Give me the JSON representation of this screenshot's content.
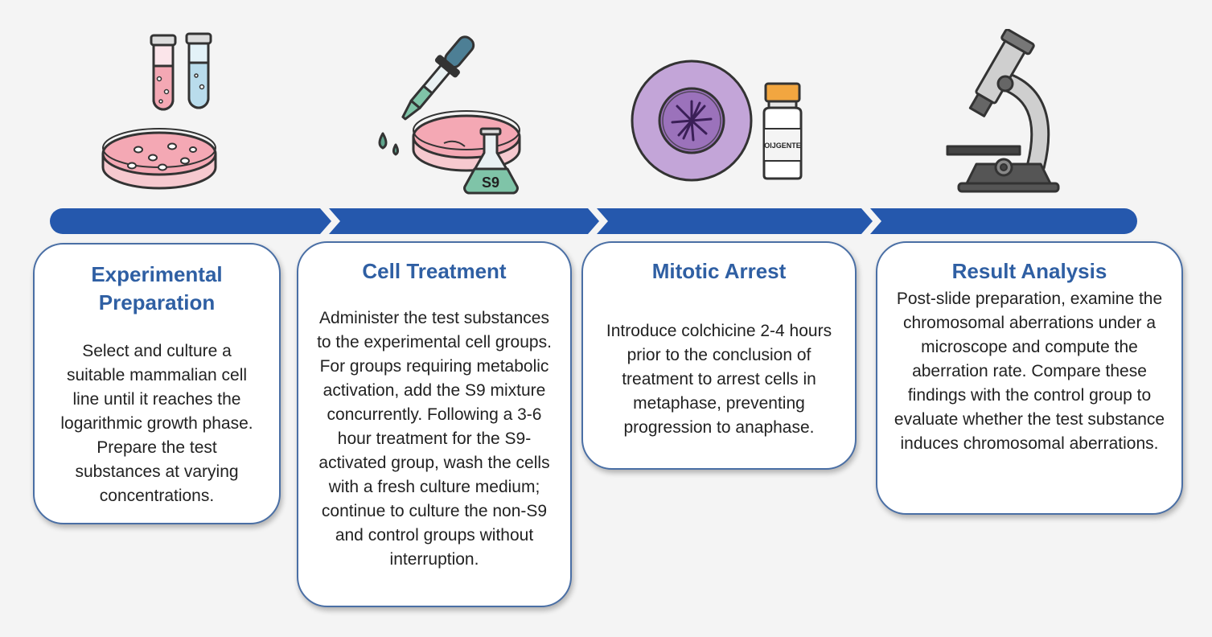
{
  "steps": [
    {
      "title": "Experimental Preparation",
      "description": "Select and culture a suitable mammalian cell line until it reaches the logarithmic growth phase. Prepare the test substances at varying concentrations.",
      "icon": "petri-dish-test-tubes-icon"
    },
    {
      "title": "Cell Treatment",
      "description": "Administer the test substances to the experimental cell groups. For groups requiring metabolic activation, add the S9 mixture concurrently. Following a 3-6 hour treatment for the S9-activated group, wash the cells with a fresh culture medium; continue to culture the non-S9 and control groups without interruption.",
      "icon": "dropper-petri-flask-icon",
      "flask_label": "S9"
    },
    {
      "title": "Mitotic Arrest",
      "description": "Introduce colchicine 2-4 hours prior to the conclusion of treatment to arrest cells in metaphase, preventing progression to anaphase.",
      "icon": "cell-vial-icon",
      "vial_label": "OIJGENTE"
    },
    {
      "title": "Result Analysis",
      "description": "Post-slide preparation, examine the chromosomal aberrations under a microscope and compute the aberration rate. Compare these findings with the control group to evaluate whether the test substance induces chromosomal aberrations.",
      "icon": "microscope-icon"
    }
  ],
  "colors": {
    "arrow": "#2558ad",
    "title": "#2f5fa3",
    "card_border": "#4a6fa5",
    "medium_pink": "#f4a8b4",
    "liquid_blue": "#b9dcec",
    "liquid_teal": "#7fc4a8",
    "cell_purple": "#c3a5d8",
    "vial_cap": "#f2a640"
  }
}
